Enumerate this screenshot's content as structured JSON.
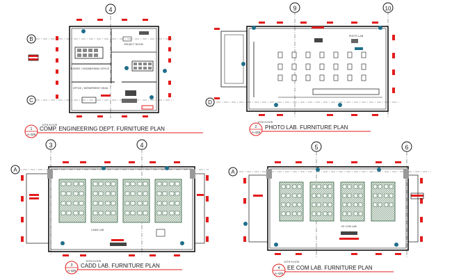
{
  "plans": [
    {
      "floor_label": "10TH FLOOR",
      "title": "COMP. ENGINEERING DEPT. FURNITURE PLAN",
      "number": "1",
      "sheet": "A-429",
      "grids": [
        "4",
        "B",
        "C"
      ],
      "room_labels": [
        "STUDENT / ENGINEERING OFFICE",
        "PROJECT ROOM",
        "OFFICE / DEPARTMENT HEAD"
      ]
    },
    {
      "floor_label": "10TH FLOOR",
      "title": "PHOTO LAB. FURNITURE PLAN",
      "number": "2",
      "sheet": "A-429",
      "grids": [
        "9",
        "10",
        "D"
      ],
      "room_labels": [
        "PHOTO LAB"
      ]
    },
    {
      "floor_label": "10TH FLOOR",
      "title": "CADD LAB. FURNITURE PLAN",
      "number": "3",
      "sheet": "A-429",
      "grids": [
        "3",
        "4",
        "A"
      ],
      "room_labels": [
        "CADD LAB"
      ]
    },
    {
      "floor_label": "10TH FLOOR",
      "title": "EE COM LAB. FURNITURE PLAN",
      "number": "4",
      "sheet": "A-429",
      "grids": [
        "5",
        "6",
        "A"
      ],
      "room_labels": [
        "EE COM LAB"
      ]
    }
  ],
  "colors": {
    "line": "#1a1a1a",
    "accent": "#e31b1b",
    "tag": "#1f6f8b",
    "desk": "#2e5e3e"
  }
}
